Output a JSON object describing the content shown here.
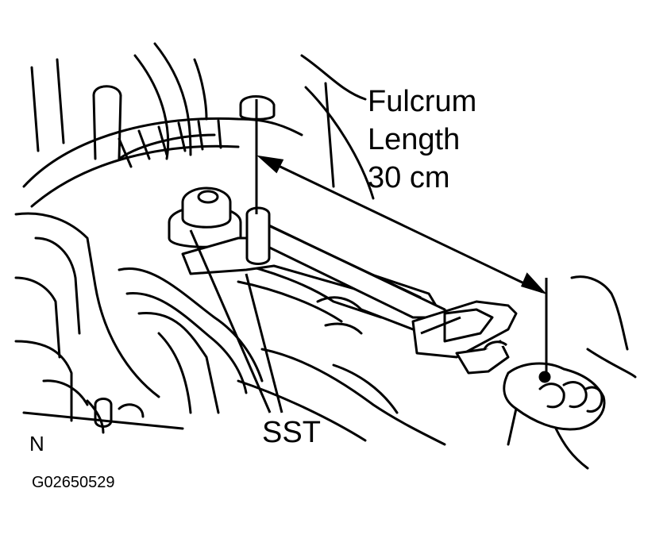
{
  "labels": {
    "fulcrum_line1": "Fulcrum",
    "fulcrum_line2": "Length",
    "fulcrum_line3": "30 cm",
    "tool": "SST",
    "orientation": "N",
    "figure_code": "G02650529"
  },
  "colors": {
    "ink": "#000000",
    "paper": "#ffffff"
  }
}
